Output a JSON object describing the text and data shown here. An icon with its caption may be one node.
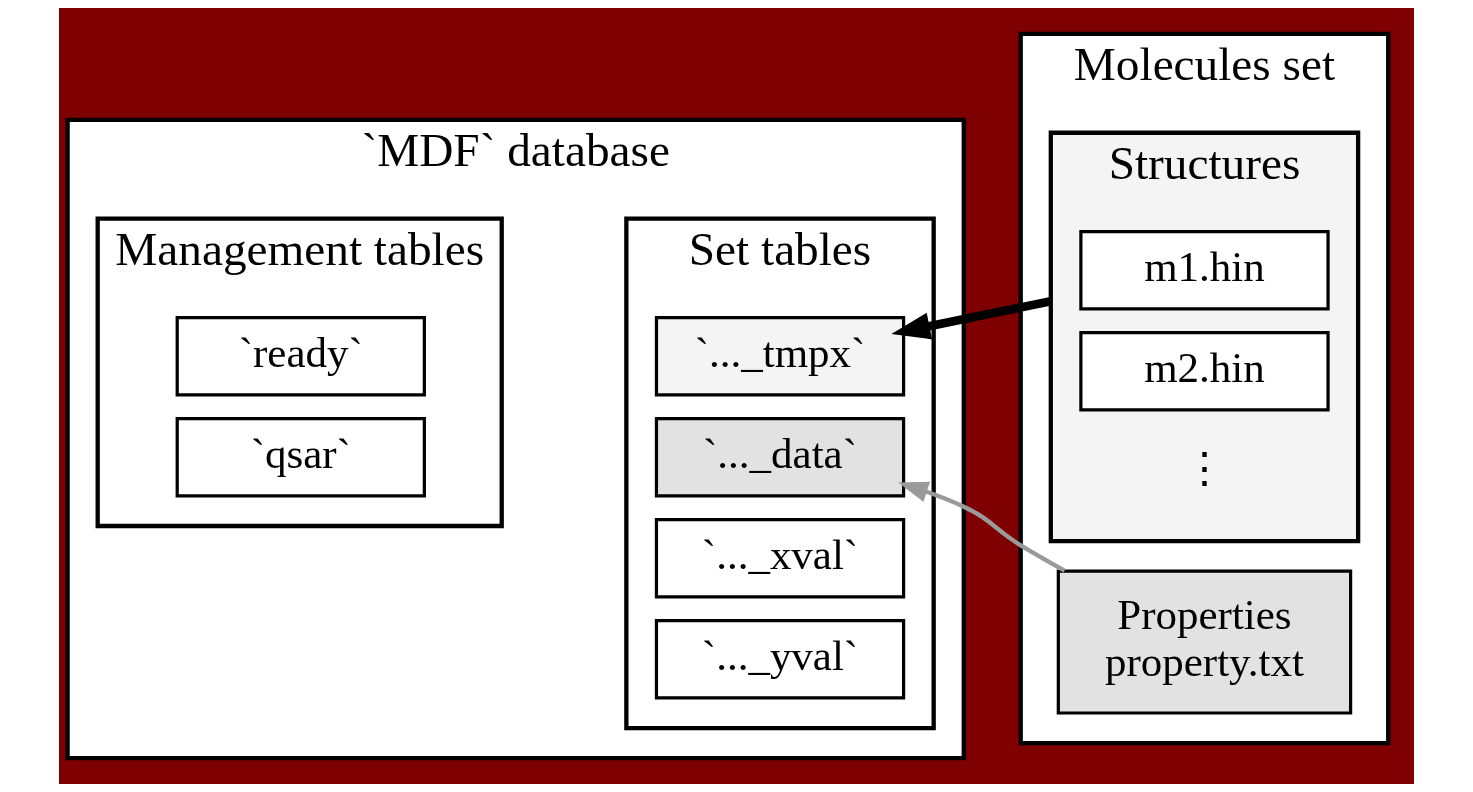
{
  "diagram": {
    "nodes": [
      {
        "text": [
          "`MDF` database"
        ]
      },
      {
        "text": [
          "Management tables"
        ],
        "in": 0
      },
      {
        "text": [
          "`ready`"
        ],
        "in": 1
      },
      {
        "text": [
          "`qsar`"
        ],
        "in": 1
      },
      {
        "text": [
          "Set tables"
        ],
        "in": 0
      },
      {
        "text": [
          "`..._tmpx`"
        ],
        "in": 4
      },
      {
        "text": [
          "`..._data`"
        ],
        "in": 4
      },
      {
        "text": [
          "`..._xval`"
        ],
        "in": 4
      },
      {
        "text": [
          "`..._yval`"
        ],
        "in": 4
      },
      {
        "text": [
          "Molecules set"
        ]
      },
      {
        "text": [
          "Structures"
        ],
        "in": 9
      },
      {
        "text": [
          "m1.hin"
        ],
        "in": 10
      },
      {
        "text": [
          "m2.hin"
        ],
        "in": 10
      },
      {
        "text": [
          "⋮"
        ],
        "in": 10
      },
      {
        "text": [
          "Properties",
          "property.txt"
        ],
        "in": 9
      }
    ],
    "edges": [
      {
        "from": 10,
        "to": 5,
        "arrow": "to",
        "style": "thick"
      },
      {
        "from": 14,
        "to": 6,
        "arrow": "to",
        "color": "#9a9a9a"
      }
    ]
  }
}
